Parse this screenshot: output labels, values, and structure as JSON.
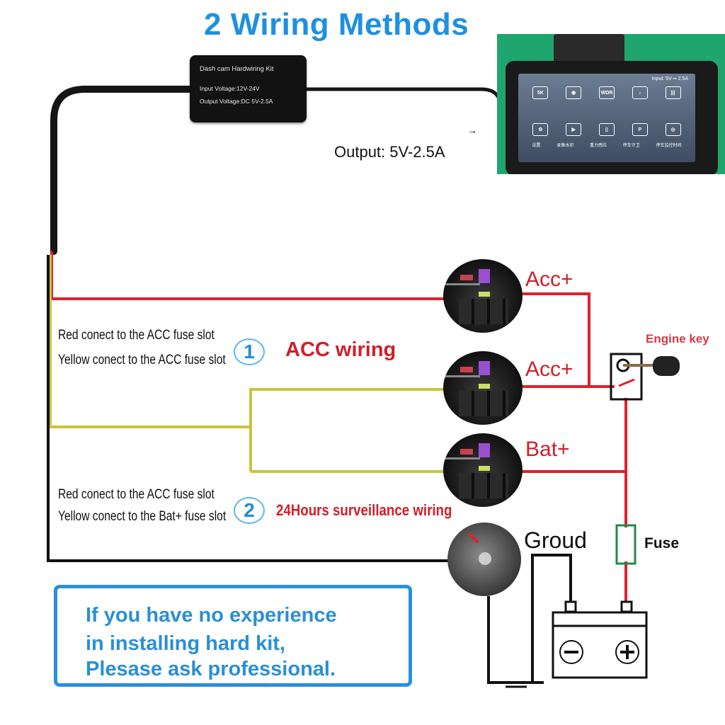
{
  "title": "2 Wiring Methods",
  "hardwiring_kit": {
    "name": "Dash cam Hardwiring Kit",
    "input_voltage": "Input Voltage:12V-24V",
    "output_voltage": "Output Voltage:DC 5V-2.5A"
  },
  "output_label": "Output: 5V-2.5A",
  "output_arrow": "→",
  "dashcam_screen": {
    "header_text": "Input: 5V ═ 2.5A",
    "top_icons": [
      "5K",
      "WDR"
    ],
    "bottom_labels": [
      "设置",
      "录像水印",
      "重力感应",
      "停车守卫",
      "停车监控时间"
    ]
  },
  "method_1": {
    "number": "1",
    "line1": "Red conect to the ACC fuse slot",
    "line2": "Yellow conect to the ACC fuse slot",
    "label": "ACC wiring"
  },
  "method_2": {
    "number": "2",
    "line1": "Red conect to the ACC fuse slot",
    "line2": "Yellow conect to the Bat+ fuse slot",
    "label": "24Hours surveillance wiring"
  },
  "terminals": [
    {
      "label": "Acc+"
    },
    {
      "label": "Acc+"
    },
    {
      "label": "Bat+"
    }
  ],
  "ground_label": "Groud",
  "fuse_label": "Fuse",
  "engine_key_label": "Engine key",
  "battery": {
    "negative_symbol": "−",
    "positive_symbol": "+"
  },
  "warning": {
    "line1": "If you have no experience",
    "line2": "in installing hard kit,",
    "line3": "Plesase ask professional."
  },
  "colors": {
    "title_blue": "#1e90e0",
    "red_wire": "#e0202c",
    "yellow_wire": "#c8c43a",
    "black_wire": "#111111",
    "fuse_green": "#1f8a4a",
    "label_red": "#d01f2a"
  }
}
